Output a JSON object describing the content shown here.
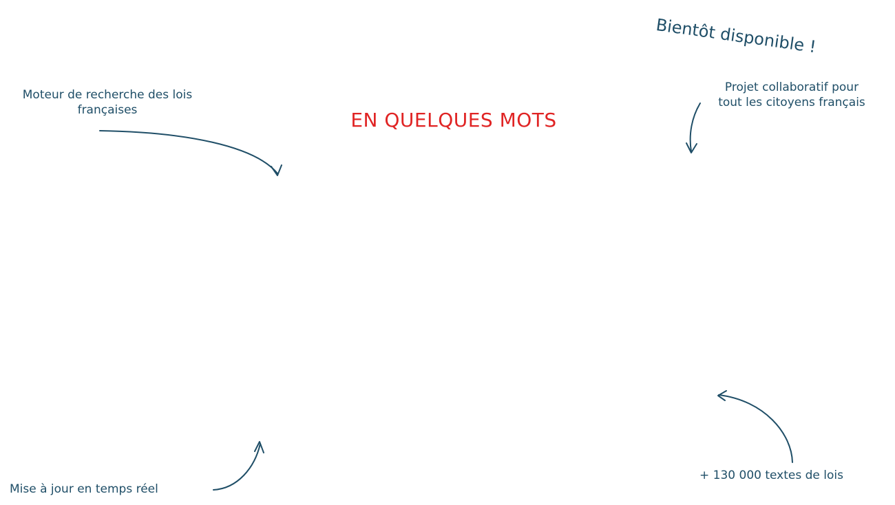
{
  "banner": "Bientôt disponible !",
  "heading": "EN QUELQUES MOTS",
  "notes": {
    "search_engine": [
      "Moteur de recherche des lois",
      "françaises"
    ],
    "collaborative": [
      "Projet collaboratif pour",
      "tout les citoyens français"
    ],
    "realtime": "Mise à jour en temps réel",
    "texts_count": "+ 130 000 textes de lois"
  },
  "colors": {
    "accent_red": "#e02424",
    "text_blue": "#1f4e67",
    "background": "#ffffff"
  }
}
